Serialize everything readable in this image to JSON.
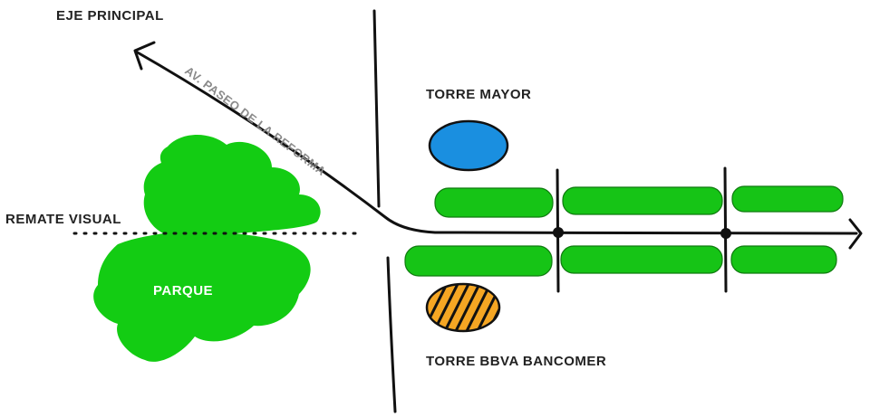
{
  "labels": {
    "eje_principal": "EJE PRINCIPAL",
    "avenida": "AV. PASEO DE LA REFORMA",
    "torre_mayor": "TORRE MAYOR",
    "remate_visual": "REMATE VISUAL",
    "parque": "PARQUE",
    "torre_bbva": "TORRE BBVA BANCOMER"
  },
  "colors": {
    "ink": "#111111",
    "green": "#13cc13",
    "torre_mayor": "#1a8fe0",
    "torre_bbva": "#f5a623",
    "label_gray": "#8a8a8a"
  },
  "icons": {
    "axis_arrow": "arrow-head-icon",
    "intersection": "dot-icon"
  }
}
